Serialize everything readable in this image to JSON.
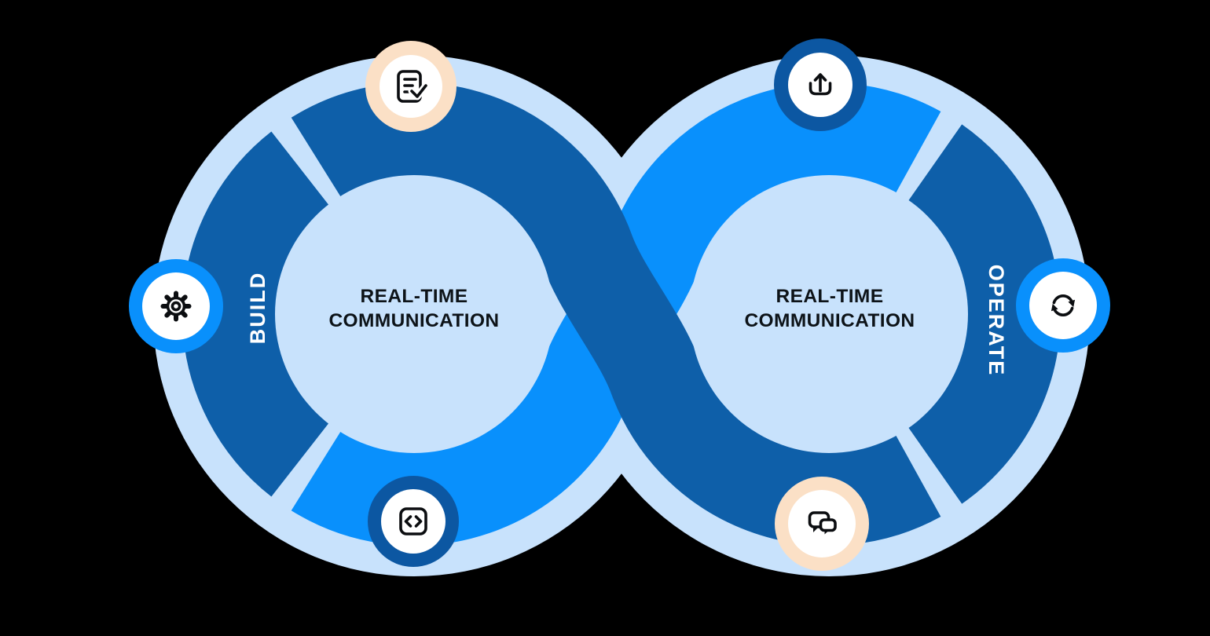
{
  "colors": {
    "background": "#000000",
    "light_blue": "#C8E2FC",
    "dark_blue": "#0E5FA9",
    "bright_blue": "#0990FC",
    "navy_ring": "#0C57A2",
    "peach": "#FBE0C6",
    "white": "#FFFFFF",
    "icon_black": "#0B0D10",
    "text_dark": "#0D1318"
  },
  "loops": {
    "left": {
      "phase": "BUILD",
      "center": [
        "REAL-TIME",
        "COMMUNICATION"
      ]
    },
    "right": {
      "phase": "OPERATE",
      "center": [
        "REAL-TIME",
        "COMMUNICATION"
      ]
    }
  },
  "badges": [
    {
      "icon": "document-check-icon",
      "ring": "peach",
      "position": "left-loop-top"
    },
    {
      "icon": "gear-icon",
      "ring": "bright_blue",
      "position": "left-loop-west"
    },
    {
      "icon": "code-icon",
      "ring": "navy_ring",
      "position": "left-loop-bottom"
    },
    {
      "icon": "upload-icon",
      "ring": "navy_ring",
      "position": "right-loop-top"
    },
    {
      "icon": "sync-icon",
      "ring": "bright_blue",
      "position": "right-loop-east"
    },
    {
      "icon": "chat-icon",
      "ring": "peach",
      "position": "right-loop-bottom"
    }
  ]
}
